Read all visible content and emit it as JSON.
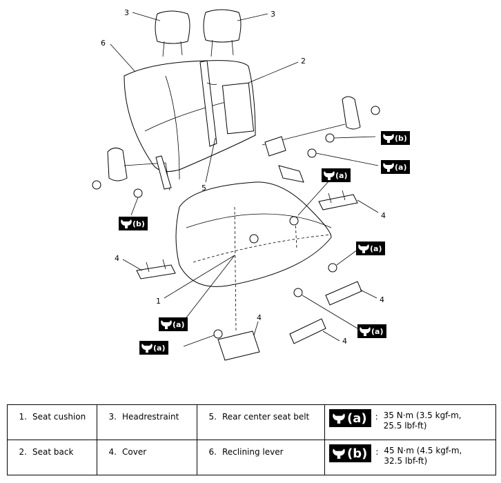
{
  "callouts": {
    "c1": "1",
    "c2": "2",
    "c3a": "3",
    "c3b": "3",
    "c4a": "4",
    "c4b": "4",
    "c4c": "4",
    "c4d": "4",
    "c4e": "4",
    "c5": "5",
    "c6": "6"
  },
  "badges": {
    "a": "(a)",
    "b": "(b)"
  },
  "legend": {
    "rows": [
      [
        {
          "num": "1.",
          "label": "Seat cushion"
        },
        {
          "num": "3.",
          "label": "Headrestraint"
        },
        {
          "num": "5.",
          "label": "Rear center seat belt"
        }
      ],
      [
        {
          "num": "2.",
          "label": "Seat back"
        },
        {
          "num": "4.",
          "label": "Cover"
        },
        {
          "num": "6.",
          "label": "Reclining lever"
        }
      ]
    ],
    "torque": [
      {
        "badge": "(a)",
        "line1": "35 N·m (3.5 kgf-m,",
        "line2": "25.5 lbf-ft)"
      },
      {
        "badge": "(b)",
        "line1": "45 N·m (4.5 kgf-m,",
        "line2": "32.5 lbf-ft)"
      }
    ]
  }
}
